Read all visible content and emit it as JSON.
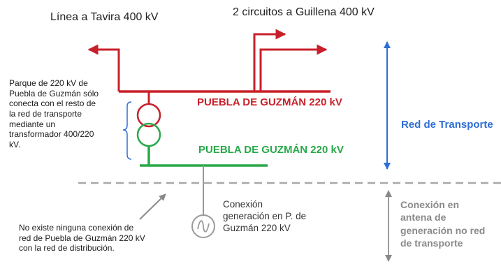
{
  "labels": {
    "linea_tavira": "Línea a Tavira 400 kV",
    "circuitos_guillena": "2 circuitos a Guillena 400 kV",
    "bus_400": "PUEBLA DE GUZMÁN 220 kV",
    "bus_220": "PUEBLA DE GUZMÁN 220 kV",
    "red_transporte": "Red de Transporte"
  },
  "note_parque": [
    "Parque de 220 kV de",
    "Puebla de Guzmán sólo",
    "conecta con el resto de",
    "la red de transporte",
    "mediante un",
    "transformador 400/220",
    "kV."
  ],
  "note_distribucion": [
    "No existe ninguna conexión de",
    "red de Puebla de Guzmán 220 kV",
    "con la red de distribución."
  ],
  "conexion_generacion": [
    "Conexión",
    "generación en P. de",
    "Guzmán 220 kV"
  ],
  "antena": [
    "Conexión en",
    "antena de",
    "generación no red",
    "de transporte"
  ],
  "colors": {
    "red_400": "#c8202a",
    "green_220": "#2aa84a",
    "blue_arrow": "#2e6ed6",
    "gray": "#9a9a9a",
    "divider": "#a8a8a8"
  }
}
